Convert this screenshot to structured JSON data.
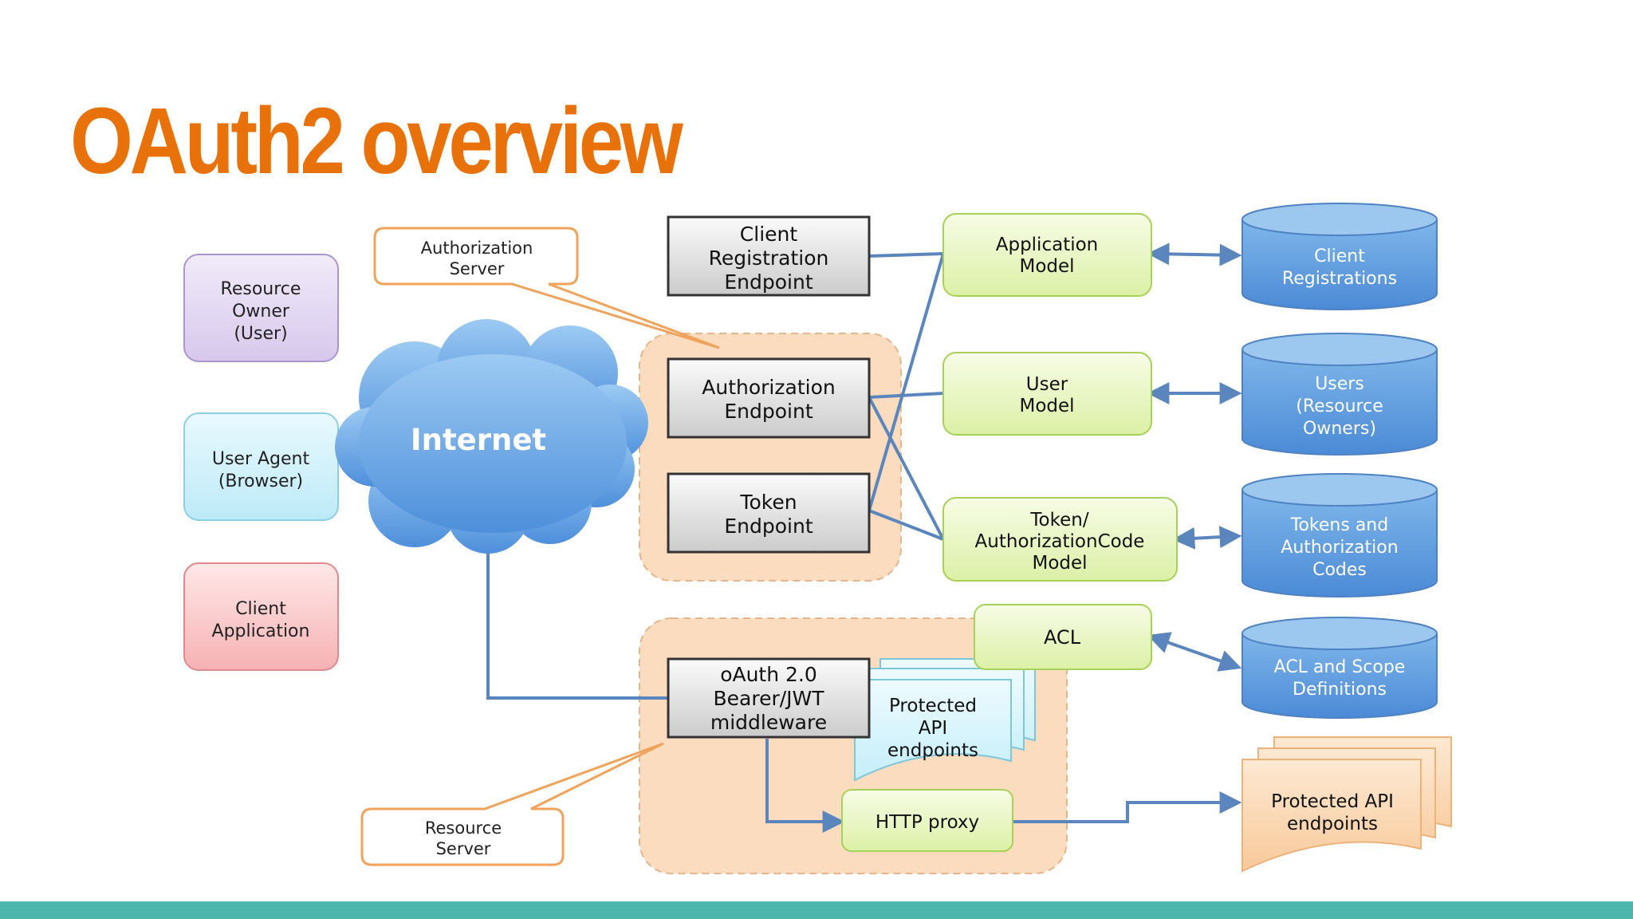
{
  "title": "OAuth2 overview",
  "colors": {
    "title": "#e8710a",
    "accent_bar": "#4db6ac",
    "connector": "#5b86bd",
    "callout": "#f0a35a"
  },
  "diagram": {
    "actors": {
      "resource_owner": [
        "Resource",
        "Owner",
        "(User)"
      ],
      "user_agent": [
        "User Agent",
        "(Browser)"
      ],
      "client_application": [
        "Client",
        "Application"
      ]
    },
    "internet": "Internet",
    "callouts": {
      "authorization_server": [
        "Authorization",
        "Server"
      ],
      "resource_server": [
        "Resource",
        "Server"
      ]
    },
    "endpoints": {
      "client_registration": [
        "Client",
        "Registration",
        "Endpoint"
      ],
      "authorization": [
        "Authorization",
        "Endpoint"
      ],
      "token": [
        "Token",
        "Endpoint"
      ],
      "middleware": [
        "oAuth 2.0",
        "Bearer/JWT",
        "middleware"
      ]
    },
    "models": {
      "application": [
        "Application",
        "Model"
      ],
      "user": [
        "User",
        "Model"
      ],
      "token": [
        "Token/",
        "AuthorizationCode",
        "Model"
      ],
      "acl": [
        "ACL"
      ],
      "http_proxy": [
        "HTTP proxy"
      ]
    },
    "protected_api_internal": [
      "Protected",
      "API",
      "endpoints"
    ],
    "protected_api_external": [
      "Protected API",
      "endpoints"
    ],
    "stores": {
      "client_registrations": [
        "Client",
        "Registrations"
      ],
      "users": [
        "Users",
        "(Resource",
        "Owners)"
      ],
      "tokens": [
        "Tokens and",
        "Authorization",
        "Codes"
      ],
      "acl_scope": [
        "ACL and Scope",
        "Definitions"
      ]
    }
  }
}
